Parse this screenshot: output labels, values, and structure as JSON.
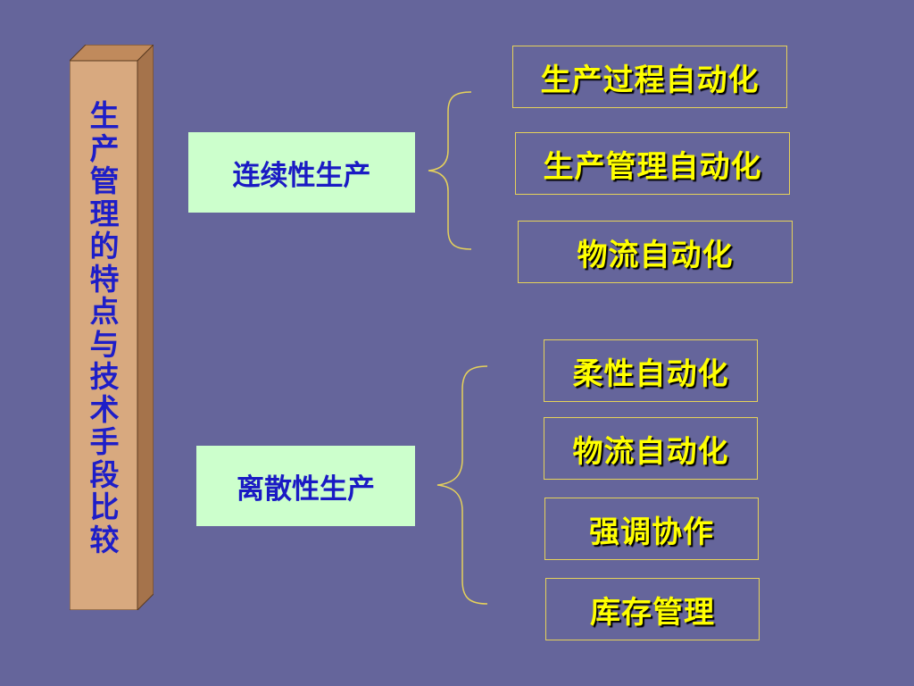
{
  "pillar": {
    "chars": [
      "生",
      "产",
      "管",
      "理",
      "的",
      "特",
      "点",
      "与",
      "技",
      "术",
      "手",
      "段",
      "比",
      "较"
    ]
  },
  "categories": [
    {
      "label": "连续性生产"
    },
    {
      "label": "离散性生产"
    }
  ],
  "continuous_items": [
    "生产过程自动化",
    "生产管理自动化",
    "物流自动化"
  ],
  "discrete_items": [
    "柔性自动化",
    "物流自动化",
    "强调协作",
    "库存管理"
  ],
  "colors": {
    "background": "#65659b",
    "item_text": "#ffff00",
    "item_border": "#e6d25a",
    "category_bg": "#ccffcc",
    "category_text": "#1a1ac4",
    "pillar_face": "#d8a97f",
    "bracket": "#e6d25a"
  }
}
